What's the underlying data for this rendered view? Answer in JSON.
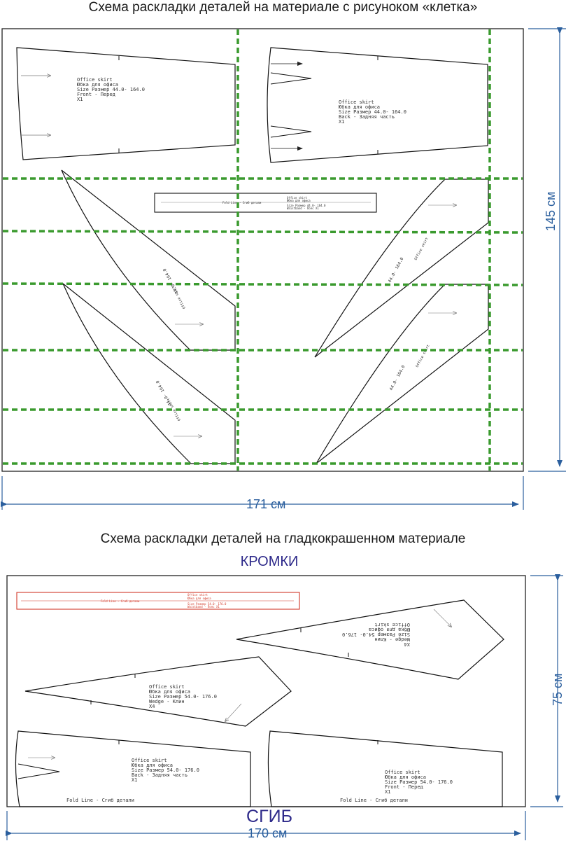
{
  "diagram1": {
    "title": "Схема раскладки деталей на материале с рисуноком «клетка»",
    "height_label": "145 см",
    "width_label": "171 см",
    "front_piece": [
      "Office skirt",
      "Юбка для офиса",
      "Size Размер  44.0- 164.0",
      "Front - Перед",
      "X1"
    ],
    "back_piece": [
      "Office skirt",
      "Юбка для офиса",
      "Size Размер  44.0- 164.0",
      "Back - Задняя часть",
      "X1"
    ],
    "waistband": [
      "Office skirt",
      "Юбка для офиса",
      "Size Размер 44.0- 164.0",
      "Waistband - Пояс X1"
    ],
    "waistband_fold": "Fold Line - Сгиб детали",
    "wedge_size": "44.0- 164.0"
  },
  "diagram2": {
    "title": "Схема раскладки деталей на гладкокрашенном материале",
    "top_edge_label": "КРОМКИ",
    "bottom_edge_label": "СГИБ",
    "height_label": "75 см",
    "width_label": "170 см",
    "waistband": [
      "Office skirt",
      "Юбка для офиса",
      "Size Размер  54.0- 176.0",
      "Waistband - Пояс  X1"
    ],
    "waistband_fold": "Fold Line - Сгиб детали",
    "wedge_top": [
      "X4",
      "Wedge - Клин",
      "Size Размер  54.0- 176.0",
      "Юбка для офиса",
      "Office skirt"
    ],
    "wedge_left": [
      "Office skirt",
      "Юбка для офиса",
      "Size Размер  54.0- 176.0",
      "Wedge - Клин",
      "X4"
    ],
    "back_piece": [
      "Office skirt",
      "Юбка для офиса",
      "Size Размер  54.0- 176.0",
      "Back - Задняя часть",
      "X1"
    ],
    "front_piece": [
      "Office skirt",
      "Юбка для офиса",
      "Size Размер  54.0- 176.0",
      "Front - Перед",
      "X1"
    ],
    "fold_line": "Fold Line - Сгиб детали"
  },
  "colors": {
    "grid": "#3a9a2e",
    "dimension": "#2b5f9e",
    "waistband_red": "#d23a2a",
    "edge_label": "#2e2a8a"
  }
}
